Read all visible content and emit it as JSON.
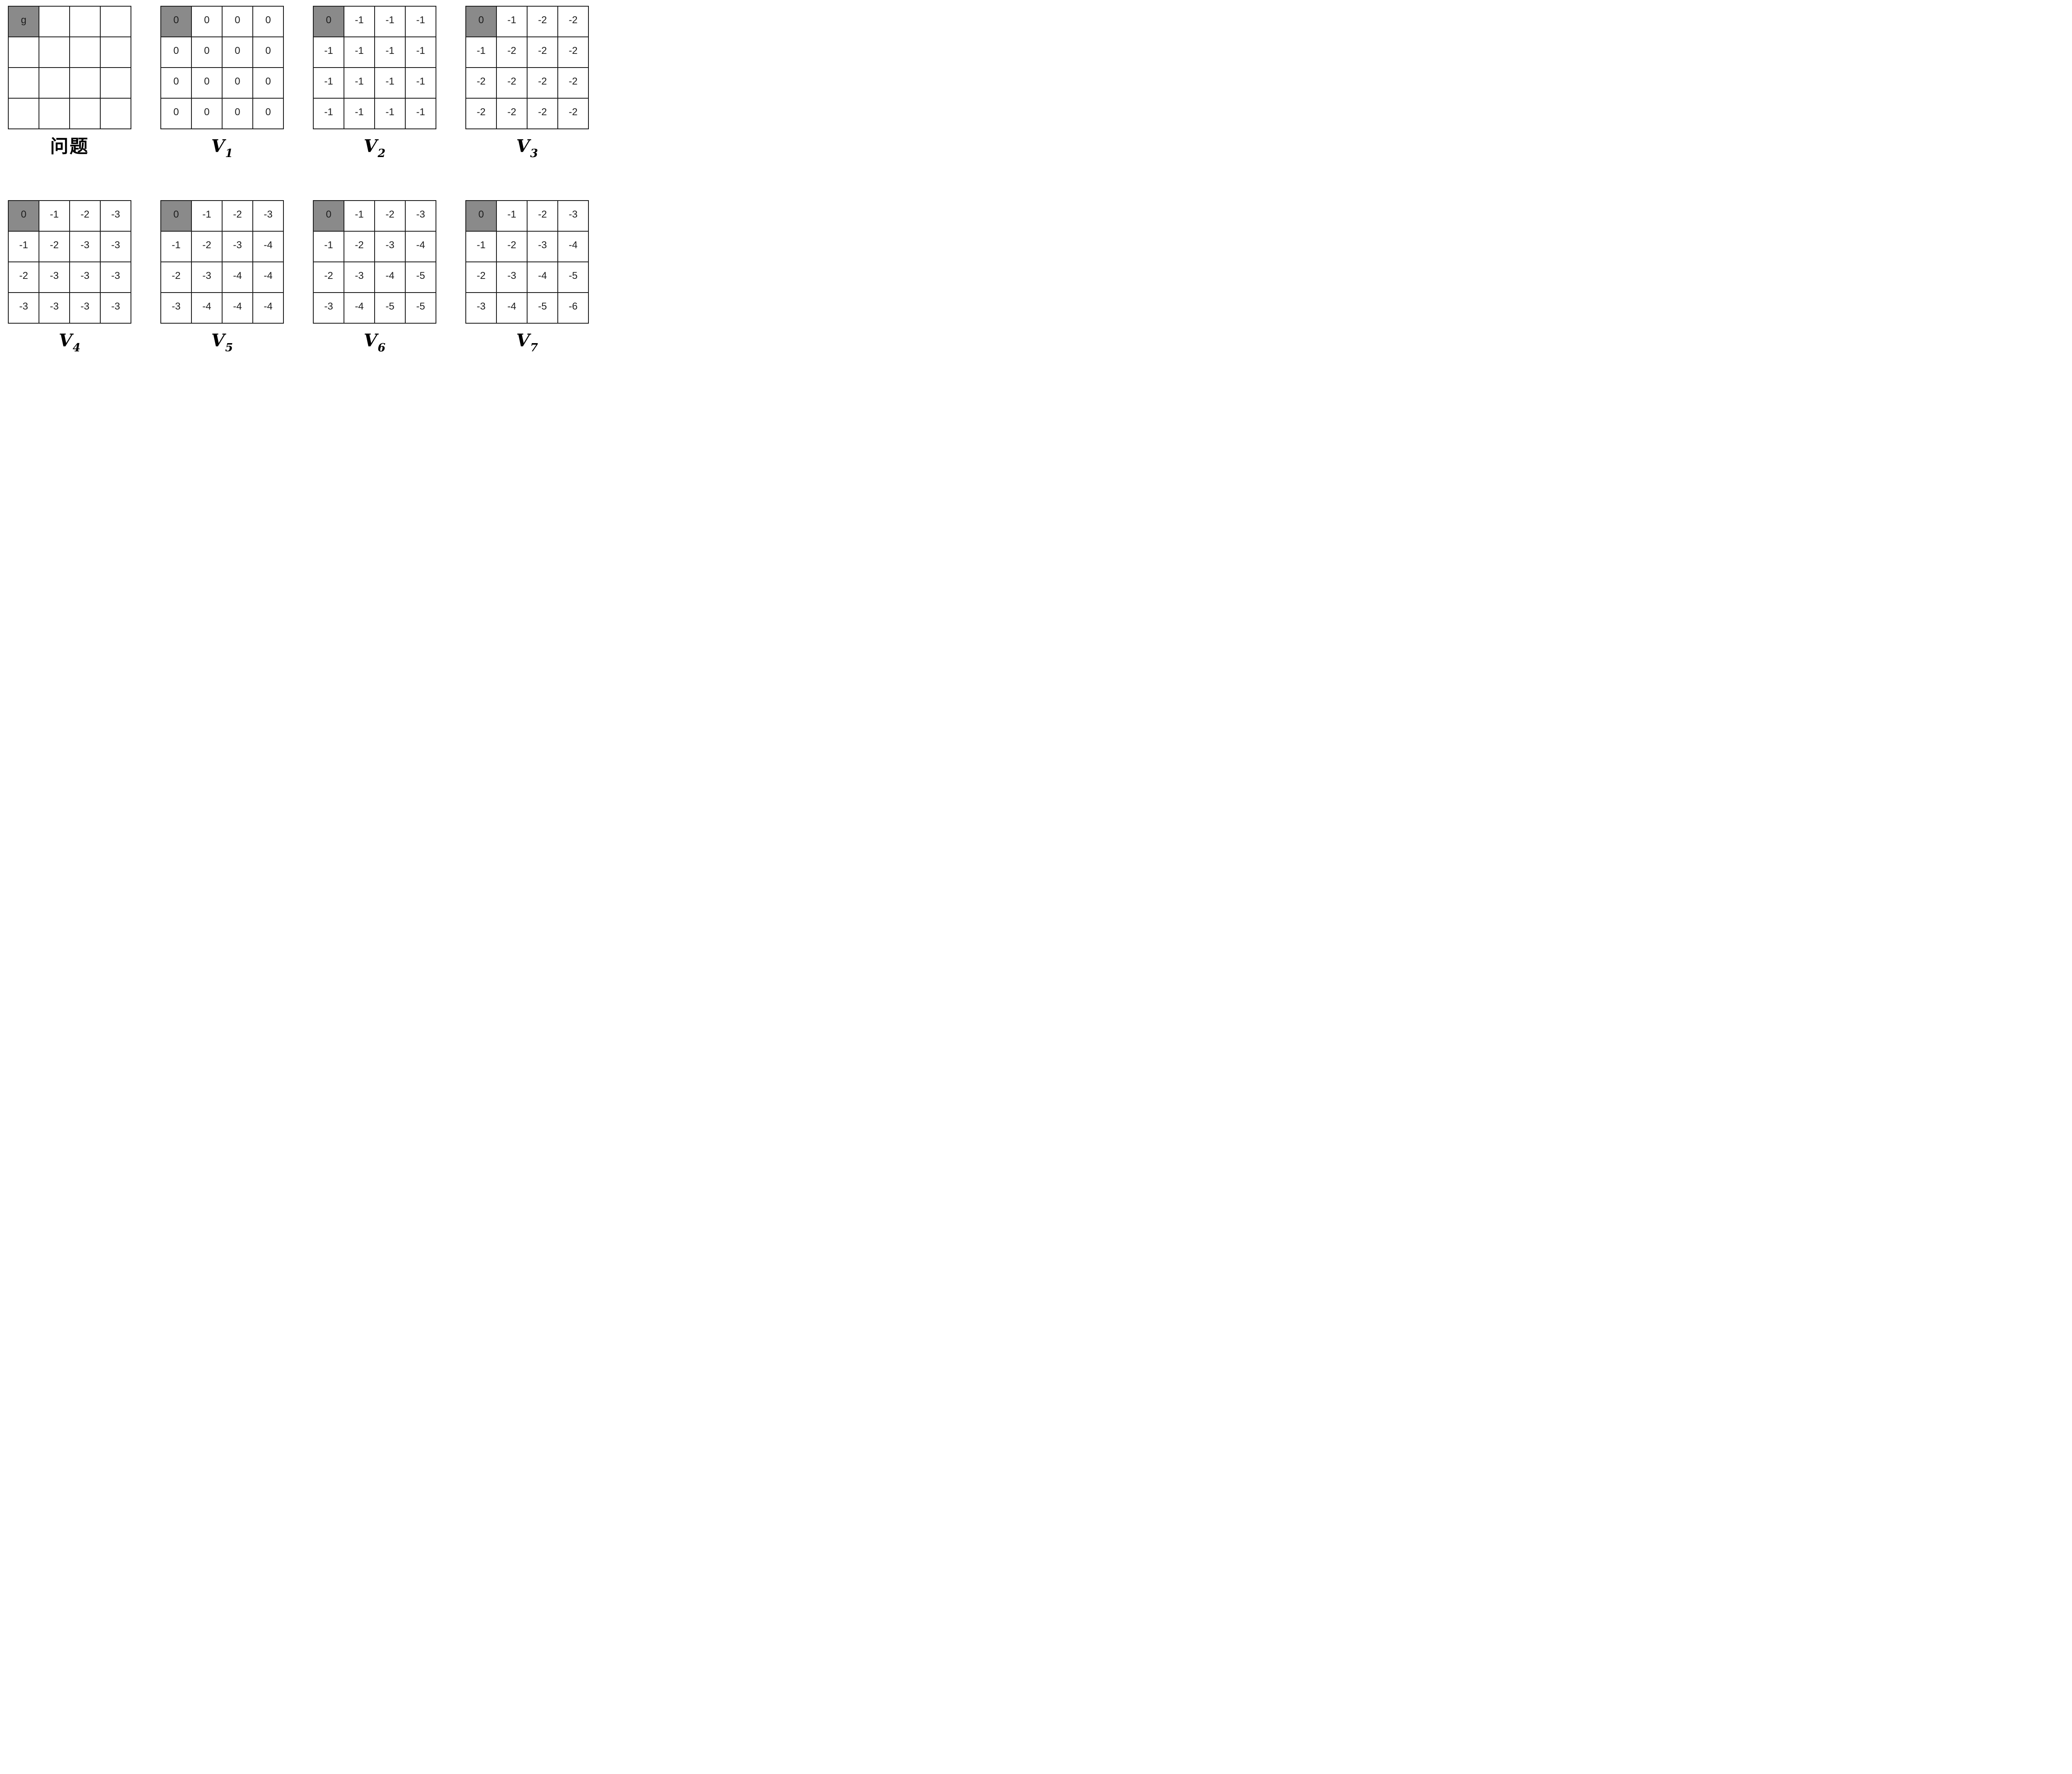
{
  "figure": {
    "background_color": "#ffffff",
    "grid_line_color": "#1a1a1a",
    "goal_cell_color": "#8a8a8a",
    "cell_color": "#ffffff",
    "rows": 4,
    "cols": 4,
    "panels": [
      {
        "id": "problem",
        "label_base": "问题",
        "goal_row": 0,
        "goal_col": 0,
        "cells": [
          [
            "g",
            "",
            "",
            ""
          ],
          [
            "",
            "",
            "",
            ""
          ],
          [
            "",
            "",
            "",
            ""
          ],
          [
            "",
            "",
            "",
            ""
          ]
        ]
      },
      {
        "id": "v1",
        "label_base": "V",
        "label_sub": "1",
        "goal_row": 0,
        "goal_col": 0,
        "cells": [
          [
            "0",
            "0",
            "0",
            "0"
          ],
          [
            "0",
            "0",
            "0",
            "0"
          ],
          [
            "0",
            "0",
            "0",
            "0"
          ],
          [
            "0",
            "0",
            "0",
            "0"
          ]
        ]
      },
      {
        "id": "v2",
        "label_base": "V",
        "label_sub": "2",
        "goal_row": 0,
        "goal_col": 0,
        "cells": [
          [
            "0",
            "-1",
            "-1",
            "-1"
          ],
          [
            "-1",
            "-1",
            "-1",
            "-1"
          ],
          [
            "-1",
            "-1",
            "-1",
            "-1"
          ],
          [
            "-1",
            "-1",
            "-1",
            "-1"
          ]
        ]
      },
      {
        "id": "v3",
        "label_base": "V",
        "label_sub": "3",
        "goal_row": 0,
        "goal_col": 0,
        "cells": [
          [
            "0",
            "-1",
            "-2",
            "-2"
          ],
          [
            "-1",
            "-2",
            "-2",
            "-2"
          ],
          [
            "-2",
            "-2",
            "-2",
            "-2"
          ],
          [
            "-2",
            "-2",
            "-2",
            "-2"
          ]
        ]
      },
      {
        "id": "v4",
        "label_base": "V",
        "label_sub": "4",
        "goal_row": 0,
        "goal_col": 0,
        "cells": [
          [
            "0",
            "-1",
            "-2",
            "-3"
          ],
          [
            "-1",
            "-2",
            "-3",
            "-3"
          ],
          [
            "-2",
            "-3",
            "-3",
            "-3"
          ],
          [
            "-3",
            "-3",
            "-3",
            "-3"
          ]
        ]
      },
      {
        "id": "v5",
        "label_base": "V",
        "label_sub": "5",
        "goal_row": 0,
        "goal_col": 0,
        "cells": [
          [
            "0",
            "-1",
            "-2",
            "-3"
          ],
          [
            "-1",
            "-2",
            "-3",
            "-4"
          ],
          [
            "-2",
            "-3",
            "-4",
            "-4"
          ],
          [
            "-3",
            "-4",
            "-4",
            "-4"
          ]
        ]
      },
      {
        "id": "v6",
        "label_base": "V",
        "label_sub": "6",
        "goal_row": 0,
        "goal_col": 0,
        "cells": [
          [
            "0",
            "-1",
            "-2",
            "-3"
          ],
          [
            "-1",
            "-2",
            "-3",
            "-4"
          ],
          [
            "-2",
            "-3",
            "-4",
            "-5"
          ],
          [
            "-3",
            "-4",
            "-5",
            "-5"
          ]
        ]
      },
      {
        "id": "v7",
        "label_base": "V",
        "label_sub": "7",
        "goal_row": 0,
        "goal_col": 0,
        "cells": [
          [
            "0",
            "-1",
            "-2",
            "-3"
          ],
          [
            "-1",
            "-2",
            "-3",
            "-4"
          ],
          [
            "-2",
            "-3",
            "-4",
            "-5"
          ],
          [
            "-3",
            "-4",
            "-5",
            "-6"
          ]
        ]
      }
    ]
  }
}
